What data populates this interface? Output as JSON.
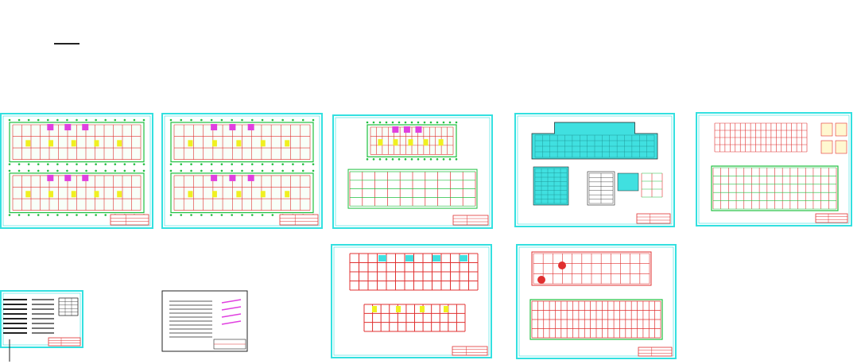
{
  "colors": {
    "background": "#ffffff",
    "sheet_border": "#33e0e0",
    "grid_red": "#e03030",
    "grid_green": "#20c040",
    "accent_magenta": "#e040e0",
    "accent_yellow": "#f0f020",
    "fill_cyan": "#40e0e0",
    "line_dark": "#222222"
  },
  "sheets": [
    {
      "id": "floor-plan-1",
      "kind": "floor-plan-pair"
    },
    {
      "id": "floor-plan-2",
      "kind": "floor-plan-pair"
    },
    {
      "id": "plan-and-grid",
      "kind": "plan-grid"
    },
    {
      "id": "elevation-sheet",
      "kind": "elevation"
    },
    {
      "id": "structure-sheet-a",
      "kind": "structure-details"
    },
    {
      "id": "notes-sheet-a",
      "kind": "notes"
    },
    {
      "id": "notes-sheet-b",
      "kind": "notes-bw"
    },
    {
      "id": "structure-sheet-b",
      "kind": "structure-pair"
    },
    {
      "id": "structure-sheet-c",
      "kind": "structure-pair-dense"
    }
  ]
}
